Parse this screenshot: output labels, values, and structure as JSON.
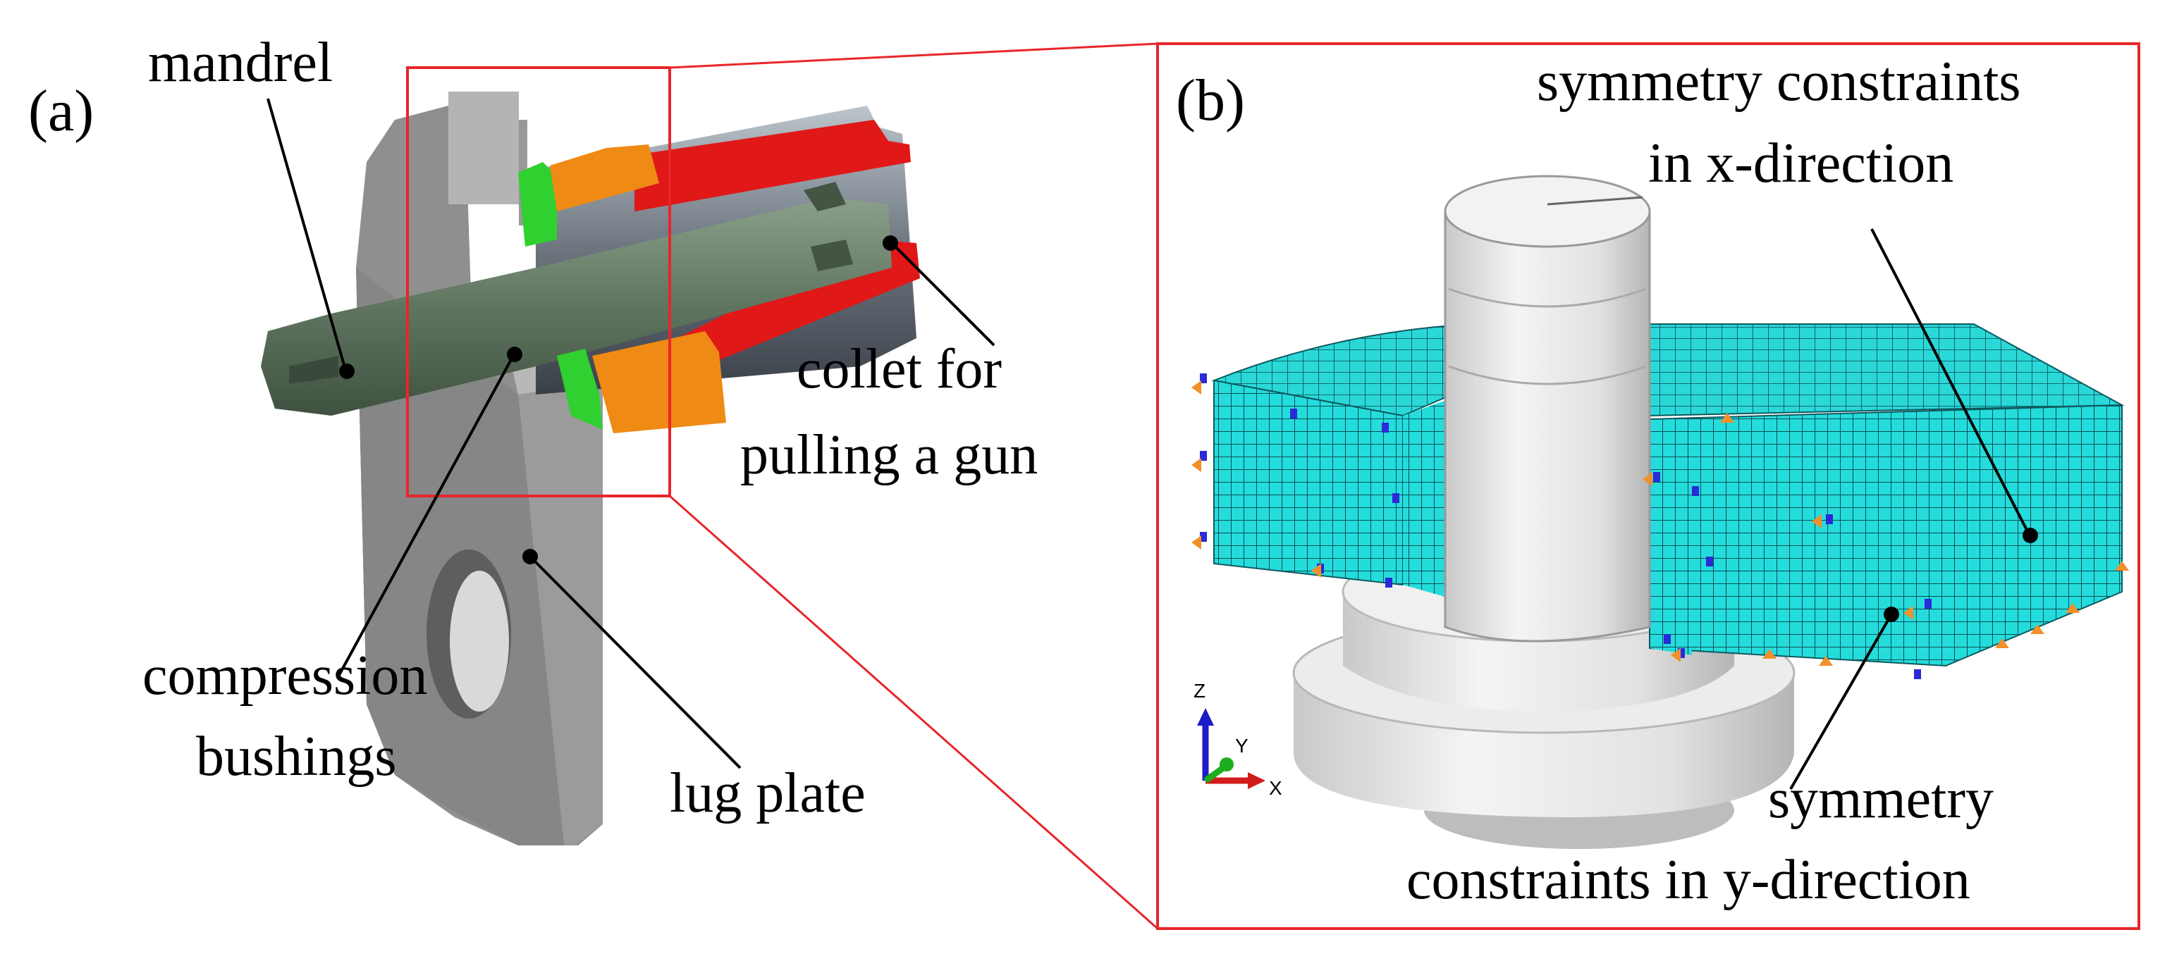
{
  "panels": {
    "a": {
      "tag": "(a)"
    },
    "b": {
      "tag": "(b)"
    }
  },
  "labels": {
    "mandrel": "mandrel",
    "collet_line1": "collet for",
    "collet_line2": "pulling a gun",
    "compression_line1": "compression",
    "compression_line2": "bushings",
    "lug_plate": "lug plate",
    "sym_x_line1": "symmetry constraints",
    "sym_x_line2": "in x-direction",
    "sym_y_line1": "symmetry",
    "sym_y_line2": "constraints in y-direction"
  },
  "triad": {
    "z": "Z",
    "y": "Y",
    "x": "X"
  },
  "colors": {
    "highlight_frame": "#e8262a",
    "mandrel": "#5f7560",
    "collet": "#e01010",
    "bushing_green": "#2fc22f",
    "bushing_orange": "#e98a10",
    "lug_plate": "#8c8c8c",
    "mesh": "#22d6d6",
    "constraint_blue": "#2a2ad8",
    "constraint_orange": "#f0902a"
  }
}
